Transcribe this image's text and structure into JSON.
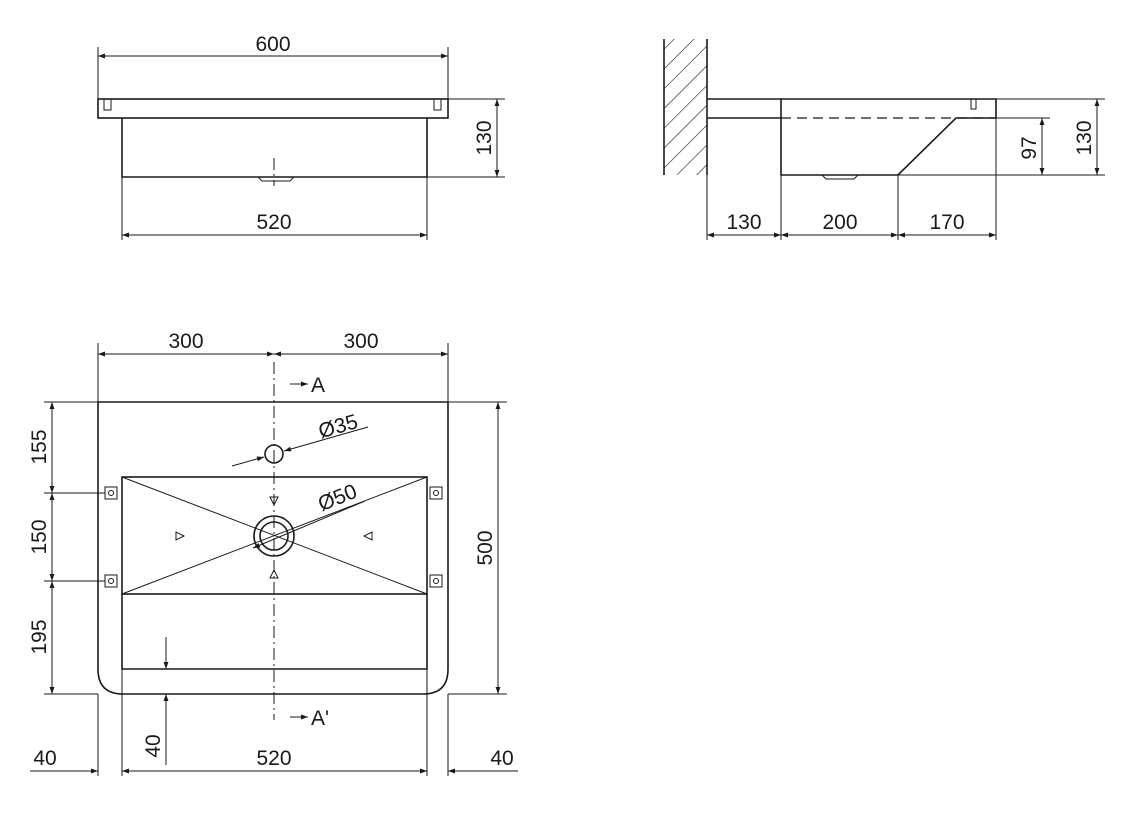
{
  "labels": {
    "top_width": "600",
    "top_inner_width": "520",
    "front_height": "130",
    "side_projection": "130",
    "side_bowl": "200",
    "side_slope": "170",
    "side_inner_height": "97",
    "side_height": "130",
    "plan_half_left": "300",
    "plan_half_right": "300",
    "plan_depth": "500",
    "plan_a155": "155",
    "plan_a150": "150",
    "plan_a195": "195",
    "plan_rim": "40",
    "plan_margin_left": "40",
    "plan_margin_right": "40",
    "plan_inner_width": "520",
    "tap_hole": "Ø35",
    "drain_hole": "Ø50",
    "section_top": "A",
    "section_bottom": "A'"
  }
}
